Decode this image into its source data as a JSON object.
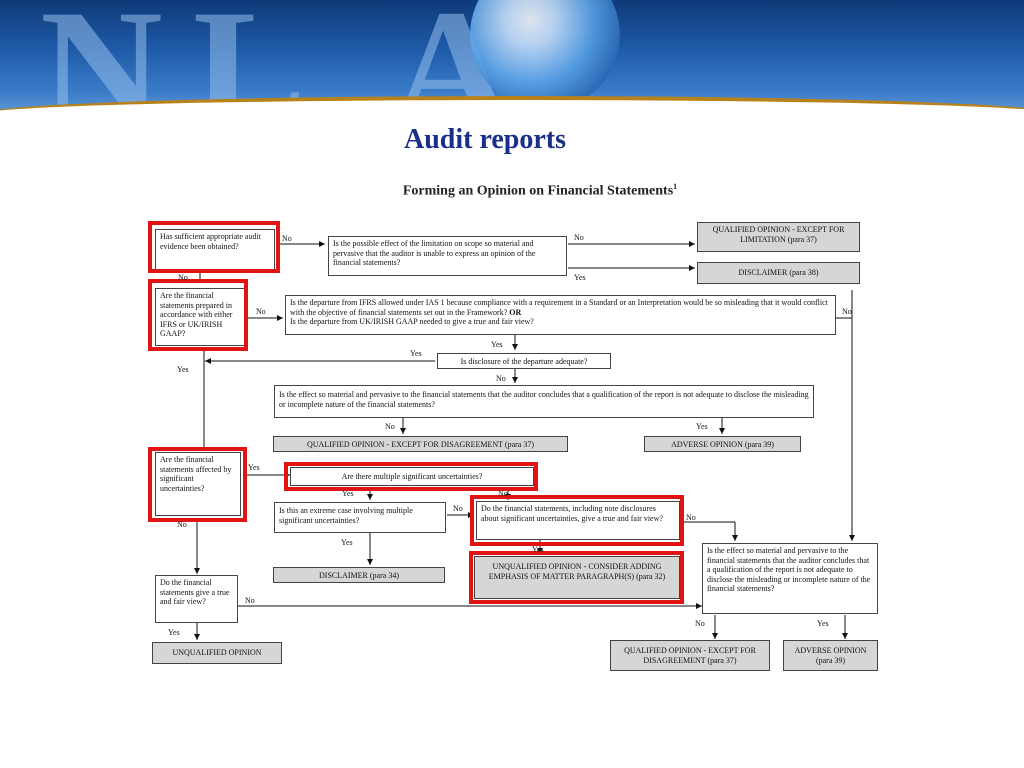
{
  "slide": {
    "title": "Audit reports",
    "doc_title": "Forming an Opinion on Financial Statements",
    "doc_title_sup": "1"
  },
  "boxes": {
    "q_evidence": "Has sufficient appropriate audit evidence been obtained?",
    "q_limitation": "Is the possible effect of the limitation on scope so material and pervasive that the auditor is unable to express an opinion of the financial statements?",
    "out_qualified_limitation": "QUALIFIED OPINION - EXCEPT FOR LIMITATION (para 37)",
    "out_disclaimer_38": "DISCLAIMER (para 38)",
    "q_ifrs": "Are the financial statements prepared in accordance with either IFRS or UK/IRISH GAAP?",
    "q_departure_1": "Is the departure from IFRS allowed under IAS 1 because compliance with a requirement in a Standard or an Interpretation would be so misleading that it would conflict with the objective of financial statements set out in the Framework?",
    "q_departure_or": "OR",
    "q_departure_2": "Is the departure from UK/IRISH GAAP needed to give a true and fair view?",
    "q_disclosure": "Is disclosure of the departure adequate?",
    "q_material_departure": "Is the effect so material and pervasive to the financial statements that the auditor concludes that a qualification of the report is not adequate to disclose the misleading or incomplete nature of the financial statements?",
    "out_qualified_disagreement_37": "QUALIFIED OPINION - EXCEPT FOR DISAGREEMENT (para 37)",
    "out_adverse_39": "ADVERSE OPINION (para 39)",
    "q_uncertainties": "Are the financial statements affected by significant uncertainties?",
    "q_multiple": "Are there multiple significant uncertainties?",
    "q_extreme": "Is this an extreme case involving multiple significant uncertainties?",
    "q_disclosures_tfv": "Do the financial statements, including note disclosures about significant uncertainties, give a true and fair view?",
    "out_disclaimer_34": "DISCLAIMER (para 34)",
    "out_emphasis": "UNQUALIFIED OPINION - CONSIDER ADDING EMPHASIS OF MATTER PARAGRAPH(S) (para 32)",
    "q_material_final": "Is the effect so material and pervasive to the financial statements that the auditor concludes that a qualification of the report is not adequate to disclose the misleading or incomplete nature of the financial statements?",
    "q_tfv": "Do the financial statements give a true and fair view?",
    "out_unqualified": "UNQUALIFIED OPINION",
    "out_qualified_disagreement_final": "QUALIFIED OPINION - EXCEPT FOR DISAGREEMENT (para 37)",
    "out_adverse_final": "ADVERSE OPINION (para 39)"
  },
  "labels": {
    "yes": "Yes",
    "no": "No"
  },
  "colors": {
    "highlight": "#e01414",
    "title": "#1a2f8a",
    "outcome_fill": "#d6d6d6"
  }
}
